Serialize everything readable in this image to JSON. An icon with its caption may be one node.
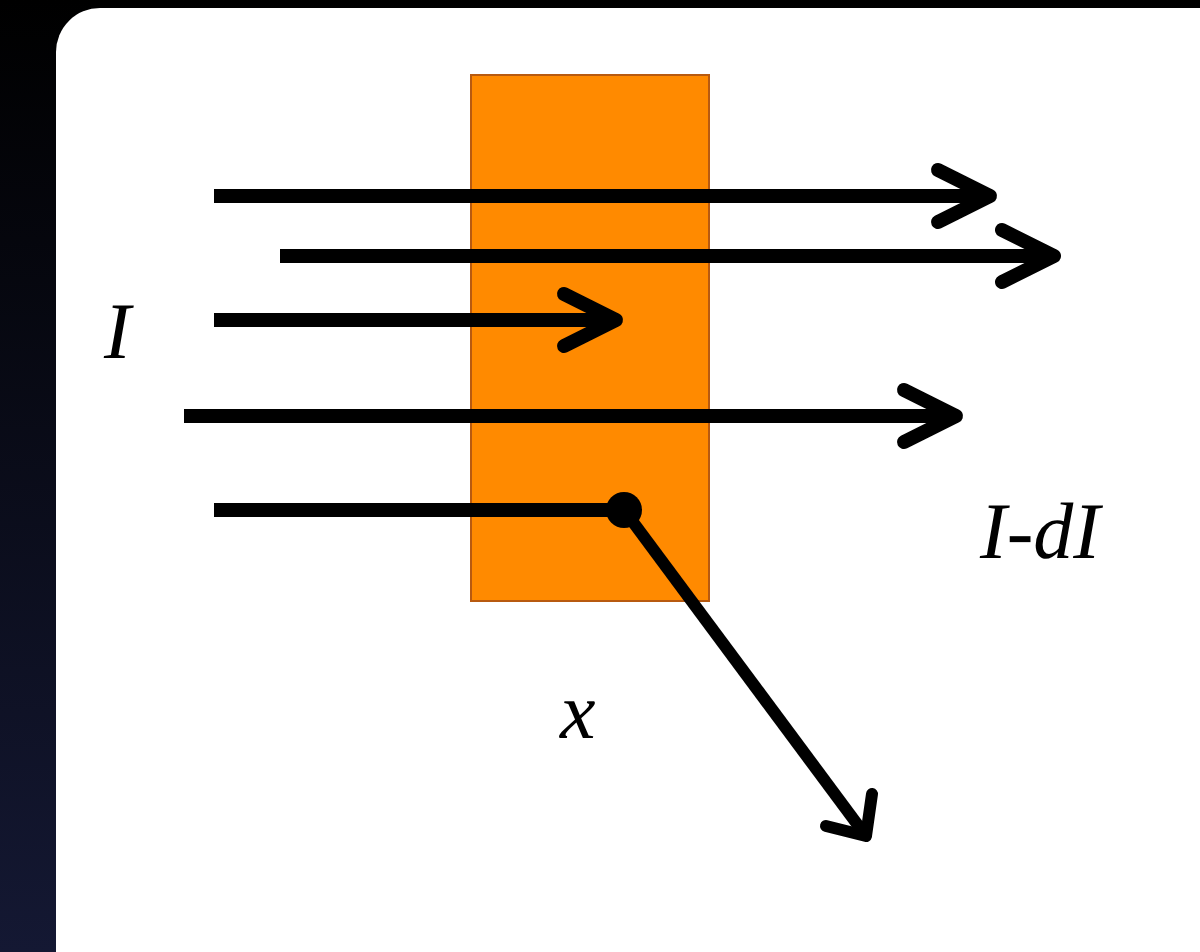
{
  "diagram": {
    "nodes": [
      {
        "text": [],
        "shape": "box"
      }
    ],
    "labels": [
      "I",
      "I-dI",
      "x"
    ]
  }
}
